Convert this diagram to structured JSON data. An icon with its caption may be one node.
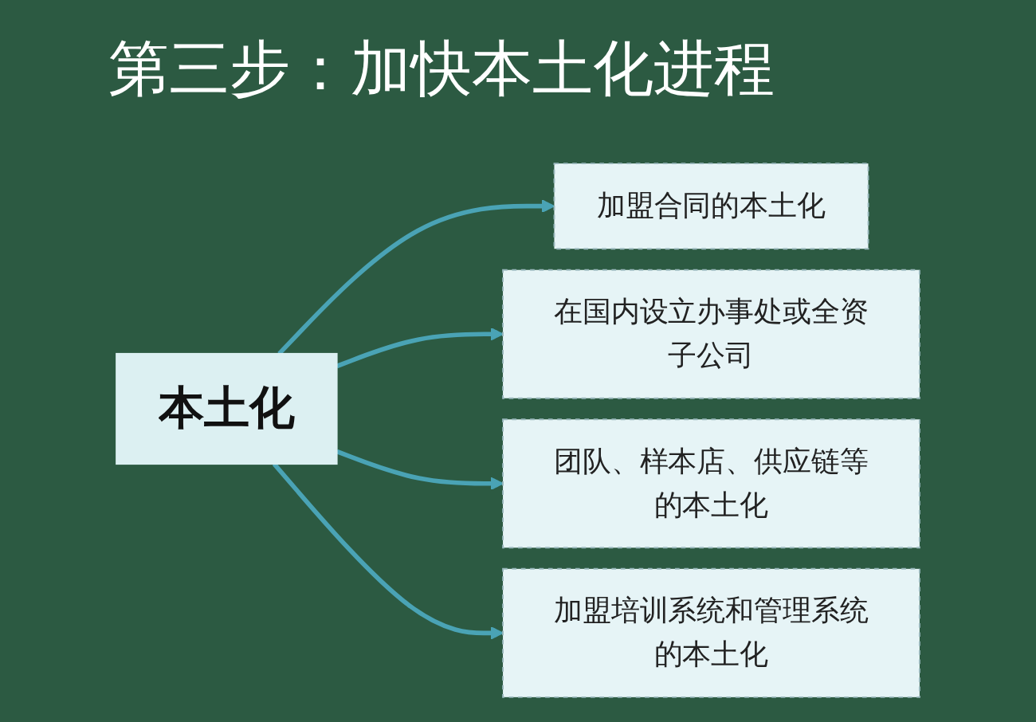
{
  "diagram": {
    "title": "第三步：加快本土化进程",
    "nodes": [
      {
        "text": [
          "本土化"
        ]
      },
      {
        "text": [
          "加盟合同的本土化"
        ]
      },
      {
        "text": [
          "在国内设立办事处或全资子公司"
        ]
      },
      {
        "text": [
          "团队、样本店、供应链等的本土化"
        ]
      },
      {
        "text": [
          "加盟培训系统和管理系统的本土化"
        ]
      }
    ],
    "edges": [
      {
        "from": 0,
        "to": 1,
        "arrow": "to"
      },
      {
        "from": 0,
        "to": 2,
        "arrow": "to"
      },
      {
        "from": 0,
        "to": 3,
        "arrow": "to"
      },
      {
        "from": 0,
        "to": 4,
        "arrow": "to"
      }
    ]
  }
}
